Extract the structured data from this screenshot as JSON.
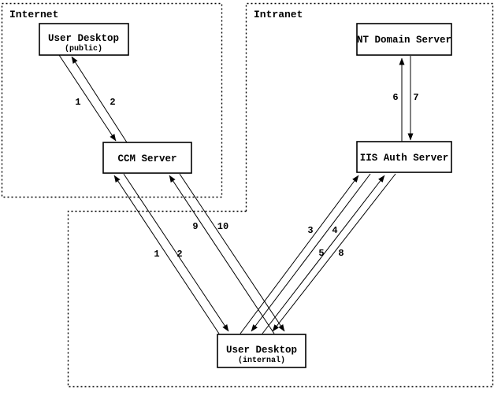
{
  "zones": {
    "internet": {
      "label": "Internet"
    },
    "intranet": {
      "label": "Intranet"
    }
  },
  "nodes": {
    "user_desktop_public": {
      "title": "User Desktop",
      "subtitle": "(public)"
    },
    "ccm_server": {
      "title": "CCM Server"
    },
    "nt_domain_server": {
      "title": "NT Domain Server"
    },
    "iis_auth_server": {
      "title": "IIS Auth Server"
    },
    "user_desktop_internal": {
      "title": "User Desktop",
      "subtitle": "(internal)"
    }
  },
  "edges": {
    "step1_public": {
      "label": "1",
      "from": "user_desktop_public",
      "to": "ccm_server"
    },
    "step2_public": {
      "label": "2",
      "from": "ccm_server",
      "to": "user_desktop_public"
    },
    "step6": {
      "label": "6",
      "from": "iis_auth_server",
      "to": "nt_domain_server"
    },
    "step7": {
      "label": "7",
      "from": "nt_domain_server",
      "to": "iis_auth_server"
    },
    "step1_internal": {
      "label": "1",
      "from": "user_desktop_internal",
      "to": "ccm_server"
    },
    "step2_internal": {
      "label": "2",
      "from": "ccm_server",
      "to": "user_desktop_internal"
    },
    "step9": {
      "label": "9",
      "from": "user_desktop_internal",
      "to": "ccm_server"
    },
    "step10": {
      "label": "10",
      "from": "ccm_server",
      "to": "user_desktop_internal"
    },
    "step3": {
      "label": "3",
      "from": "user_desktop_internal",
      "to": "iis_auth_server"
    },
    "step4": {
      "label": "4",
      "from": "iis_auth_server",
      "to": "user_desktop_internal"
    },
    "step5": {
      "label": "5",
      "from": "user_desktop_internal",
      "to": "iis_auth_server"
    },
    "step8": {
      "label": "8",
      "from": "iis_auth_server",
      "to": "user_desktop_internal"
    }
  },
  "colors": {
    "line": "#000000",
    "background": "#ffffff",
    "text": "#000000"
  }
}
